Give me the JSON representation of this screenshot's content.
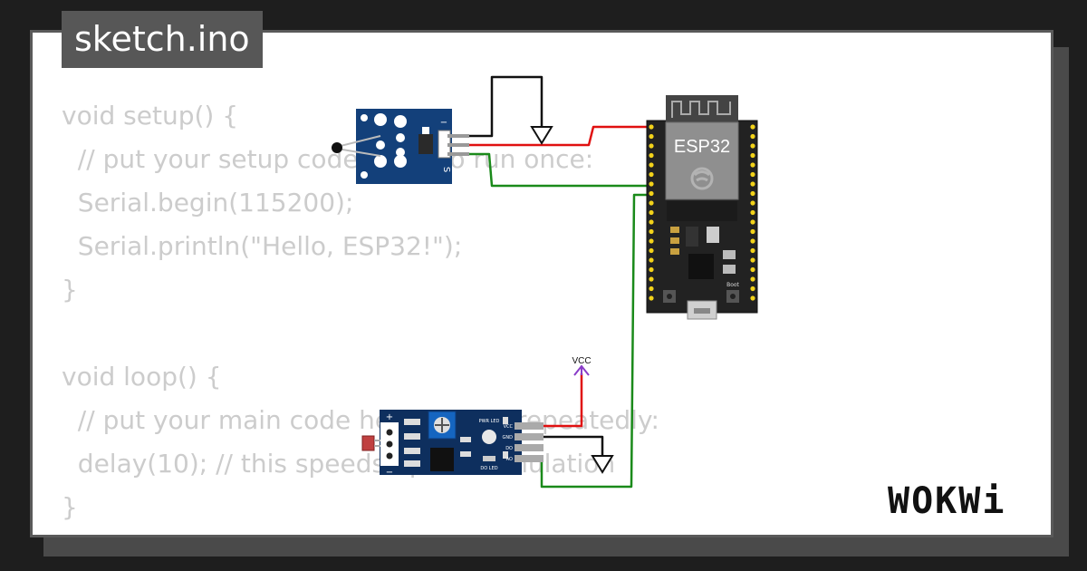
{
  "editor": {
    "filename": "sketch.ino",
    "code_lines": [
      "void setup() {",
      "  // put your setup code here, to run once:",
      "  Serial.begin(115200);",
      "  Serial.println(\"Hello, ESP32!\");",
      "}",
      "",
      "void loop() {",
      "  // put your main code here, to run repeatedly:",
      "  delay(10); // this speeds up the simulation",
      "}"
    ]
  },
  "circuit": {
    "esp32_label": "ESP32",
    "vcc_label": "VCC",
    "ldr_pin_labels": [
      "VCC",
      "GND",
      "DO",
      "AO"
    ],
    "ldr_led_labels": [
      "PWR LED",
      "DO LED"
    ],
    "ntc_pin_labels": [
      "−",
      "S"
    ],
    "esp32_button_label": "Boot",
    "wire_colors": {
      "power": "#e01010",
      "ground": "#111111",
      "signal": "#1a8a1a"
    }
  },
  "brand": {
    "logo": "WOKWi"
  }
}
